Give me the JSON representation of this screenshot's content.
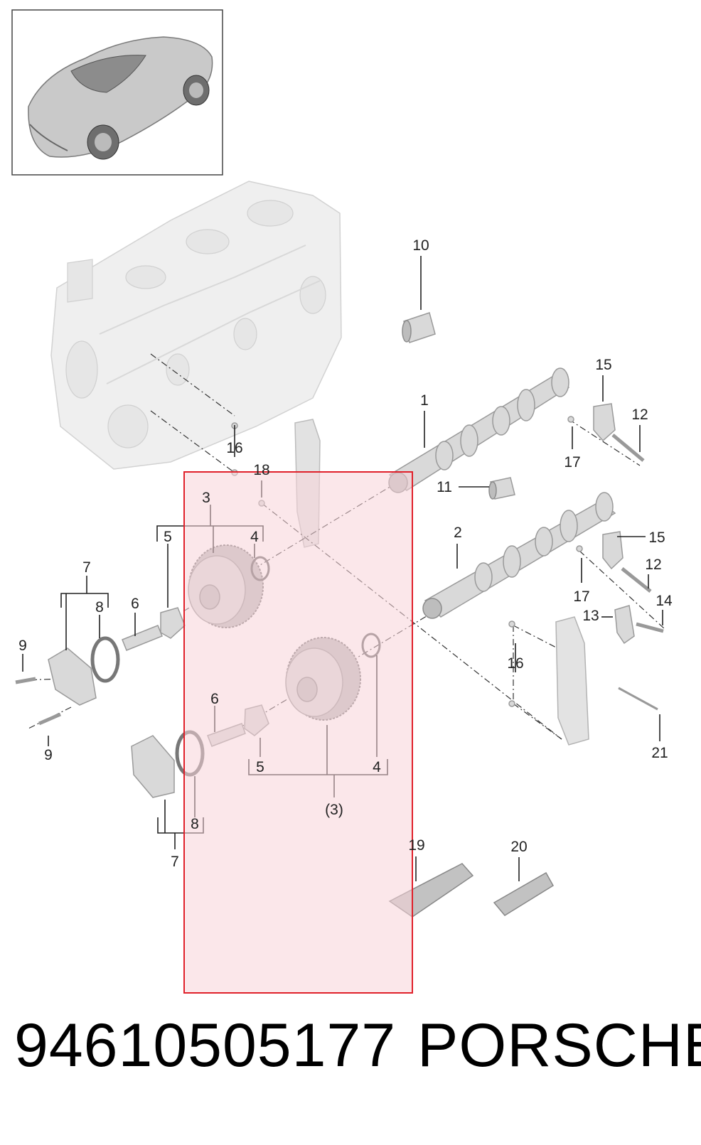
{
  "labels": {
    "l1": "1",
    "l2": "2",
    "l3": "3",
    "l3p": "(3)",
    "l4a": "4",
    "l4b": "4",
    "l5a": "5",
    "l5b": "5",
    "l6a": "6",
    "l6b": "6",
    "l7a": "7",
    "l7b": "7",
    "l8a": "8",
    "l8b": "8",
    "l9a": "9",
    "l9b": "9",
    "l10": "10",
    "l11": "11",
    "l12a": "12",
    "l12b": "12",
    "l13": "13",
    "l14": "14",
    "l15a": "15",
    "l15b": "15",
    "l16a": "16",
    "l16b": "16",
    "l17a": "17",
    "l17b": "17",
    "l18": "18",
    "l19": "19",
    "l20": "20",
    "l21": "21"
  },
  "footer": {
    "part_number": "94610505177",
    "brand": "PORSCHE"
  },
  "colors": {
    "highlight_stroke": "#e0202a",
    "highlight_fill": "#f8d3d8"
  }
}
